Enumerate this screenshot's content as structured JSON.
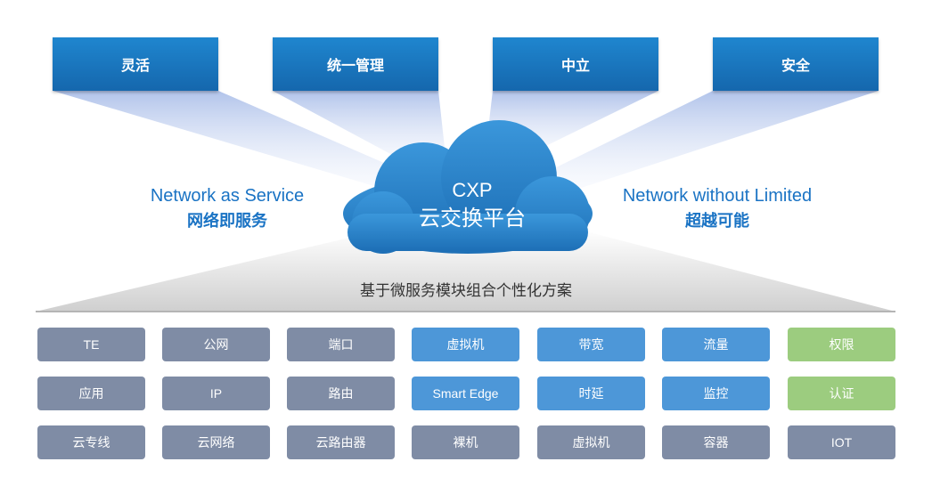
{
  "top_boxes": [
    "灵活",
    "统一管理",
    "中立",
    "安全"
  ],
  "cloud": {
    "title": "CXP",
    "subtitle": "云交换平台"
  },
  "left_label": {
    "en": "Network as Service",
    "zh": "网络即服务"
  },
  "right_label": {
    "en": "Network without Limited",
    "zh": "超越可能"
  },
  "caption": "基于微服务模块组合个性化方案",
  "grid": {
    "rows": [
      [
        {
          "label": "TE",
          "color": "gray"
        },
        {
          "label": "公网",
          "color": "gray"
        },
        {
          "label": "端口",
          "color": "gray"
        },
        {
          "label": "虚拟机",
          "color": "blue"
        },
        {
          "label": "带宽",
          "color": "blue"
        },
        {
          "label": "流量",
          "color": "blue"
        },
        {
          "label": "权限",
          "color": "green"
        }
      ],
      [
        {
          "label": "应用",
          "color": "gray"
        },
        {
          "label": "IP",
          "color": "gray"
        },
        {
          "label": "路由",
          "color": "gray"
        },
        {
          "label": "Smart Edge",
          "color": "blue"
        },
        {
          "label": "时延",
          "color": "blue"
        },
        {
          "label": "监控",
          "color": "blue"
        },
        {
          "label": "认证",
          "color": "green"
        }
      ],
      [
        {
          "label": "云专线",
          "color": "gray"
        },
        {
          "label": "云网络",
          "color": "gray"
        },
        {
          "label": "云路由器",
          "color": "gray"
        },
        {
          "label": "裸机",
          "color": "gray"
        },
        {
          "label": "虚拟机",
          "color": "gray"
        },
        {
          "label": "容器",
          "color": "gray"
        },
        {
          "label": "IOT",
          "color": "gray"
        }
      ]
    ]
  },
  "colors": {
    "box_blue": "#1a74bd",
    "cloud_blue": "#2b86cc",
    "tile_gray": "#7f8ca5",
    "tile_blue": "#4d97d8",
    "tile_green": "#9ccc7f",
    "label_blue": "#1a73c4"
  }
}
